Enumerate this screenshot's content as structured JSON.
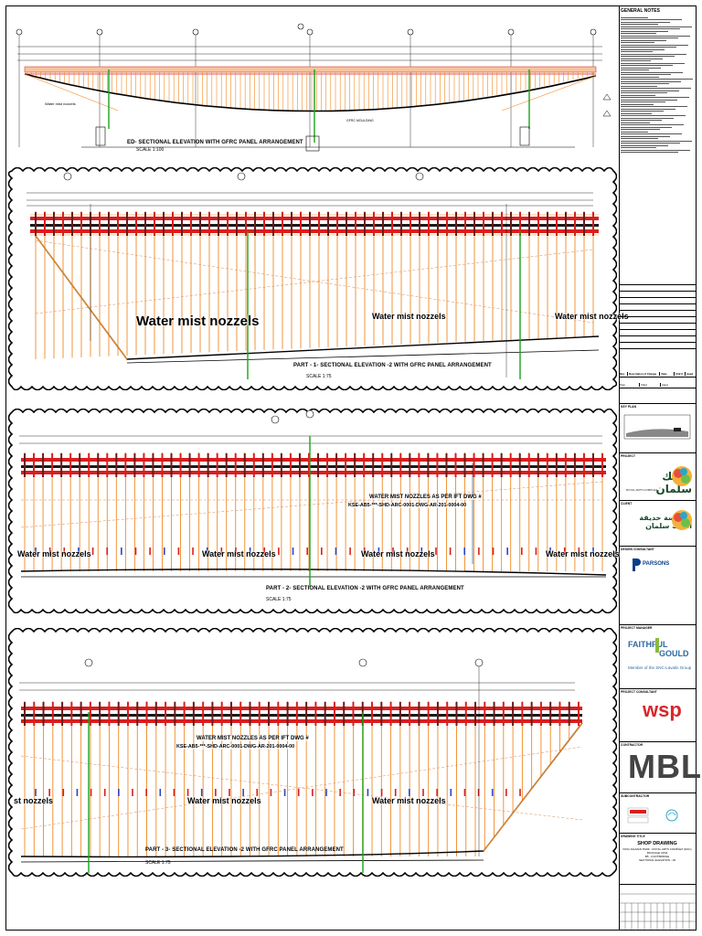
{
  "panels": {
    "top": {
      "title": "ED- SECTIONAL ELEVATION WITH GFRC PANEL ARRANGEMENT",
      "scale": "SCALE 1:100"
    },
    "part1": {
      "title": "PART - 1- SECTIONAL ELEVATION -2 WITH GFRC PANEL ARRANGEMENT",
      "scale": "SCALE 1:75",
      "mist_labels": [
        "Water mist nozzels",
        "Water mist nozzels",
        "Water mist nozzels"
      ]
    },
    "part2": {
      "title": "PART - 2- SECTIONAL ELEVATION -2 WITH GFRC PANEL ARRANGEMENT",
      "scale": "SCALE 1:75",
      "ref_note_1": "WATER MIST NOZZLES AS PER IFT DWG #",
      "ref_note_2": "KSE-AB5-***-SHD-ARC-0001-DWG-AR-201-0004-00",
      "mist_labels": [
        "Water mist nozzels",
        "Water mist nozzels",
        "Water mist nozzels",
        "Water mist nozzels"
      ]
    },
    "part3": {
      "title": "PART - 3- SECTIONAL ELEVATION -2 WITH GFRC PANEL ARRANGEMENT",
      "scale": "SCALE 1:75",
      "ref_note_1": "WATER MIST NOZZLES AS PER IFT DWG #",
      "ref_note_2": "KSE-AB5-***-SHD-ARC-0001-DWG-AR-201-0004-00",
      "mist_labels": [
        "st nozzels",
        "Water mist nozzels",
        "Water mist nozzels"
      ]
    }
  },
  "title_block": {
    "general_notes_title": "GENERAL NOTES",
    "section_labels": {
      "key_plan": "KEY PLAN",
      "project": "PROJECT",
      "client": "CLIENT",
      "design_consultant": "DESIGN CONSULTANT",
      "project_consultant": "PROJECT CONSULTANT",
      "project_manager": "PROJECT MANAGER",
      "contractor": "CONTRACTOR",
      "subcontractor": "SUBCONTRACTOR",
      "drawing_title": "DRAWING TITLE"
    },
    "drawing_title": "SHOP DRAWING",
    "drawing_subtitle_1": "KING SALMAN PARK - ROYAL ARTS COMPLEX (RAC)",
    "drawing_subtitle_2": "PACKAGE CP04",
    "drawing_subtitle_3": "B5 - FOOTBRIDGE",
    "drawing_subtitle_4": "SECTIONAL ELEVATION - 02",
    "sign_row": [
      "Prep",
      "Chkd",
      "Appd"
    ],
    "rev_header": [
      "Rev",
      "Description of Change",
      "Date",
      "Chk'd",
      "Appd"
    ],
    "logos": {
      "project_arabic": "الملك سلمان",
      "project_sub": "ROYAL ARTS COMPLEX",
      "client_arabic": "مؤسسة حديقة الملك سلمان",
      "design_consultant": "PARSONS",
      "pm_name_1": "FAITHFUL",
      "pm_name_2": "GOULD",
      "pm_sub": "Member of the SNC-Lavalin Group",
      "project_consultant": "wsp",
      "contractor": "MBL"
    }
  },
  "colors": {
    "orange": "#f08a24",
    "red": "#d81e1e",
    "green": "#1aa31a",
    "blue": "#2a44c8",
    "black": "#000000"
  }
}
